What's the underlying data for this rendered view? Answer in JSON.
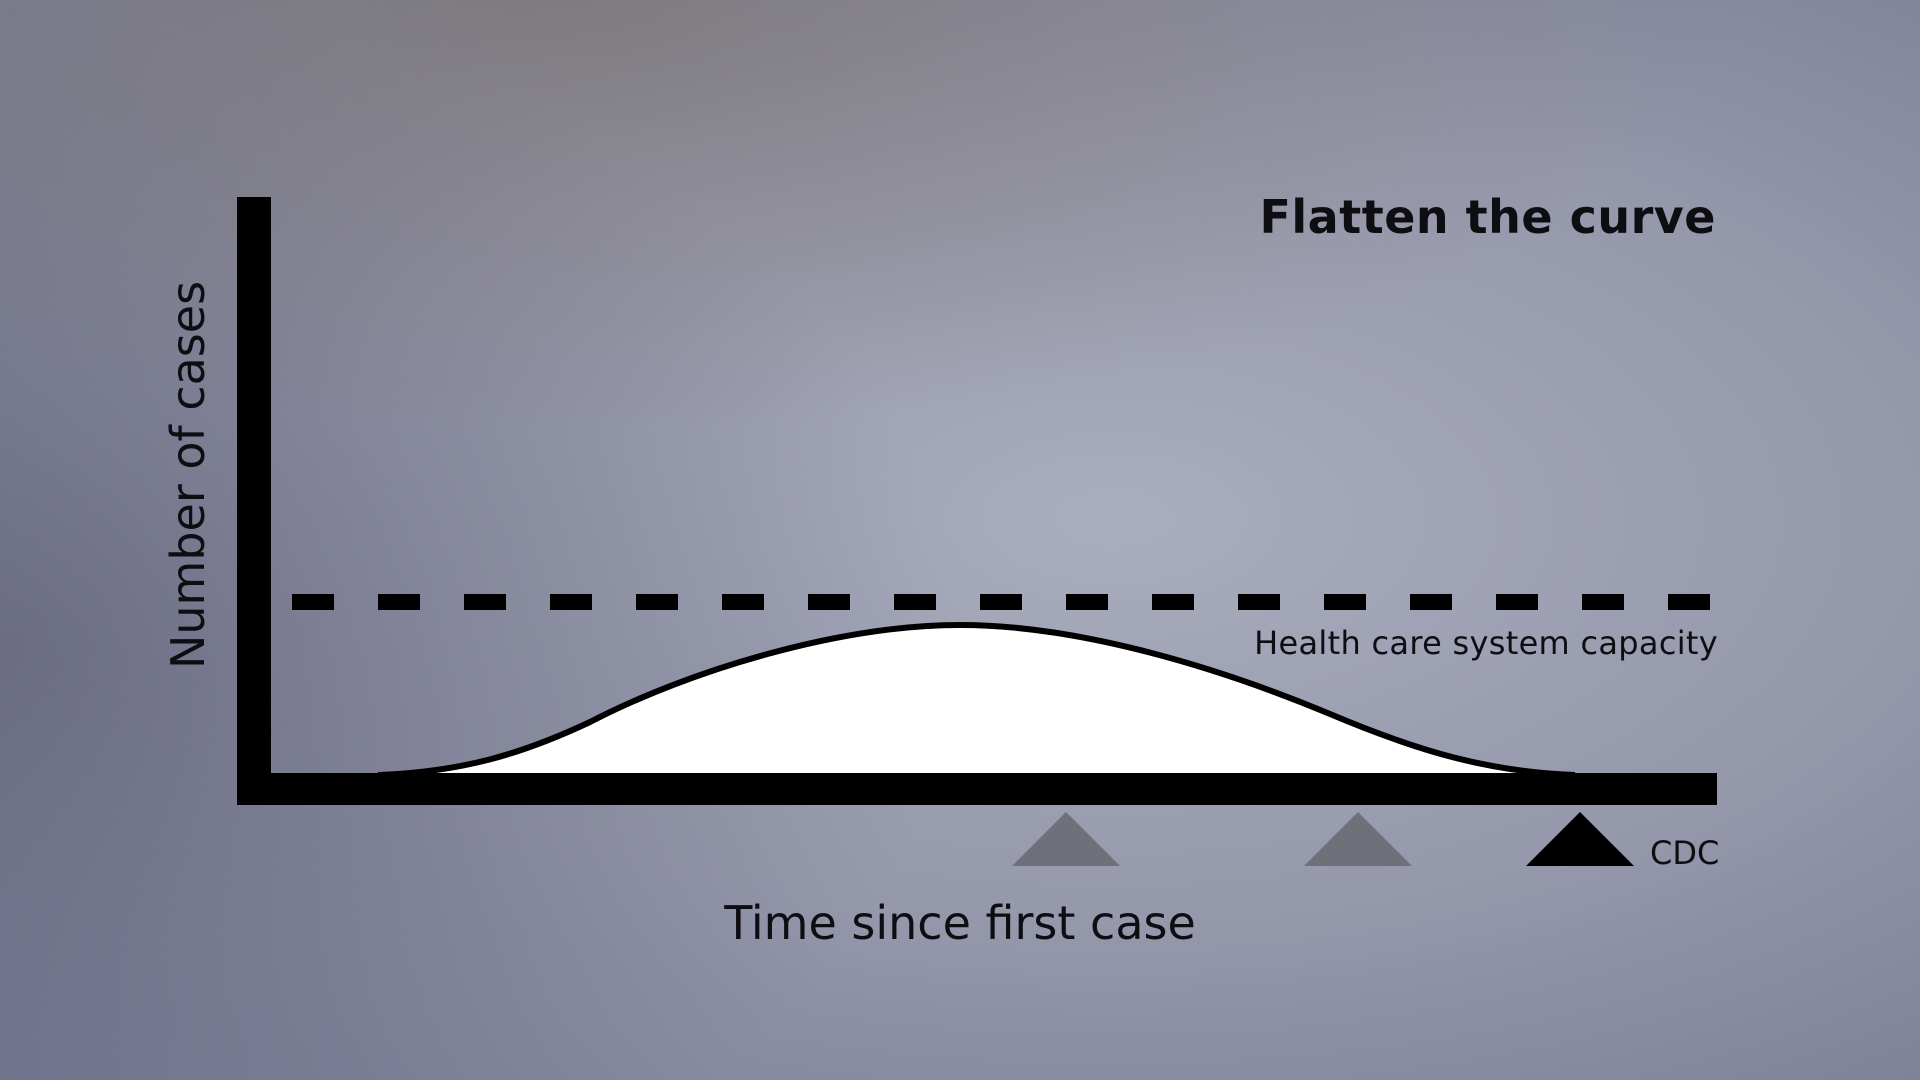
{
  "chart_data": {
    "type": "area",
    "title": "Flatten the curve",
    "xlabel": "Time since first case",
    "ylabel": "Number of cases",
    "reference_line": {
      "label": "Health care system capacity",
      "style": "dashed"
    },
    "curve": {
      "shape": "flattened bell curve",
      "fill": "#ffffff",
      "stroke": "#000000"
    },
    "markers": [
      {
        "label": "",
        "color": "#6f7079"
      },
      {
        "label": "",
        "color": "#6f7079"
      },
      {
        "label": "CDC",
        "color": "#000000"
      }
    ]
  },
  "colors": {
    "axis": "#000000",
    "text": "#0e0e12",
    "inactive_marker": "#6f7079",
    "active_marker": "#000000"
  }
}
